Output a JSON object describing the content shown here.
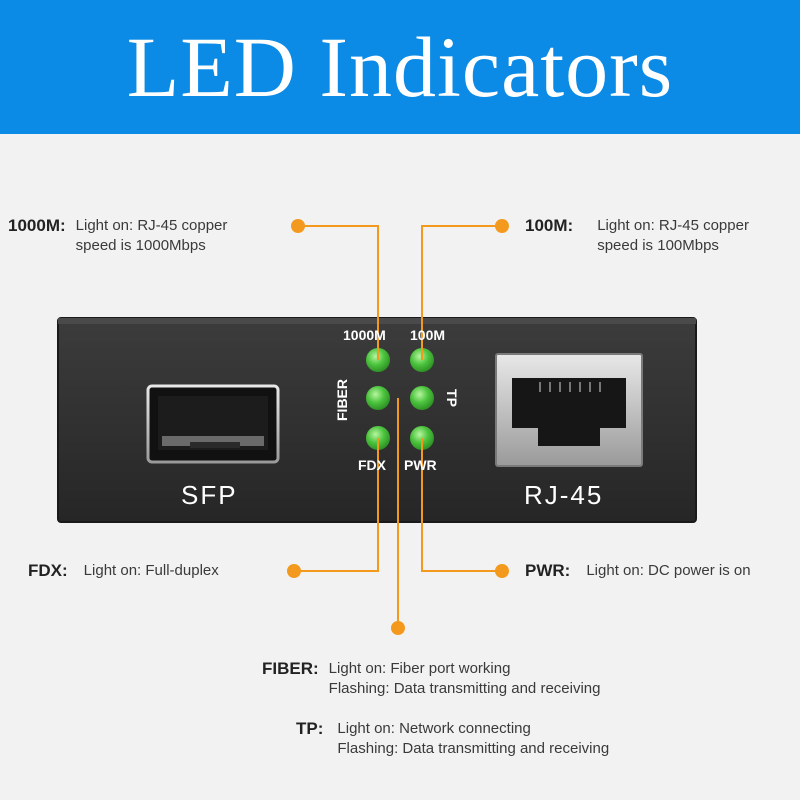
{
  "header": {
    "title": "LED Indicators"
  },
  "device": {
    "sfp_label": "SFP",
    "rj45_label": "RJ-45",
    "led_labels": {
      "led1000m": "1000M",
      "led100m": "100M",
      "fiber": "FIBER",
      "tp": "TP",
      "fdx": "FDX",
      "pwr": "PWR"
    },
    "led_color": "#3fbf3a"
  },
  "callouts": {
    "c1000m": {
      "key": "1000M:",
      "lines": [
        "Light on: RJ-45 copper",
        "speed is 1000Mbps"
      ]
    },
    "c100m": {
      "key": "100M:",
      "lines": [
        "Light on: RJ-45 copper",
        "speed is 100Mbps"
      ]
    },
    "fdx": {
      "key": "FDX:",
      "lines": [
        "Light on: Full-duplex"
      ]
    },
    "pwr": {
      "key": "PWR:",
      "lines": [
        "Light on: DC power is on"
      ]
    },
    "fiber": {
      "key": "FIBER:",
      "lines": [
        "Light on: Fiber port working",
        "Flashing: Data transmitting and receiving"
      ]
    },
    "tp": {
      "key": "TP:",
      "lines": [
        "Light on: Network connecting",
        "Flashing: Data transmitting and receiving"
      ]
    }
  },
  "colors": {
    "banner": "#0b8be6",
    "leader": "#f39a1e",
    "device_body": "#333333"
  }
}
